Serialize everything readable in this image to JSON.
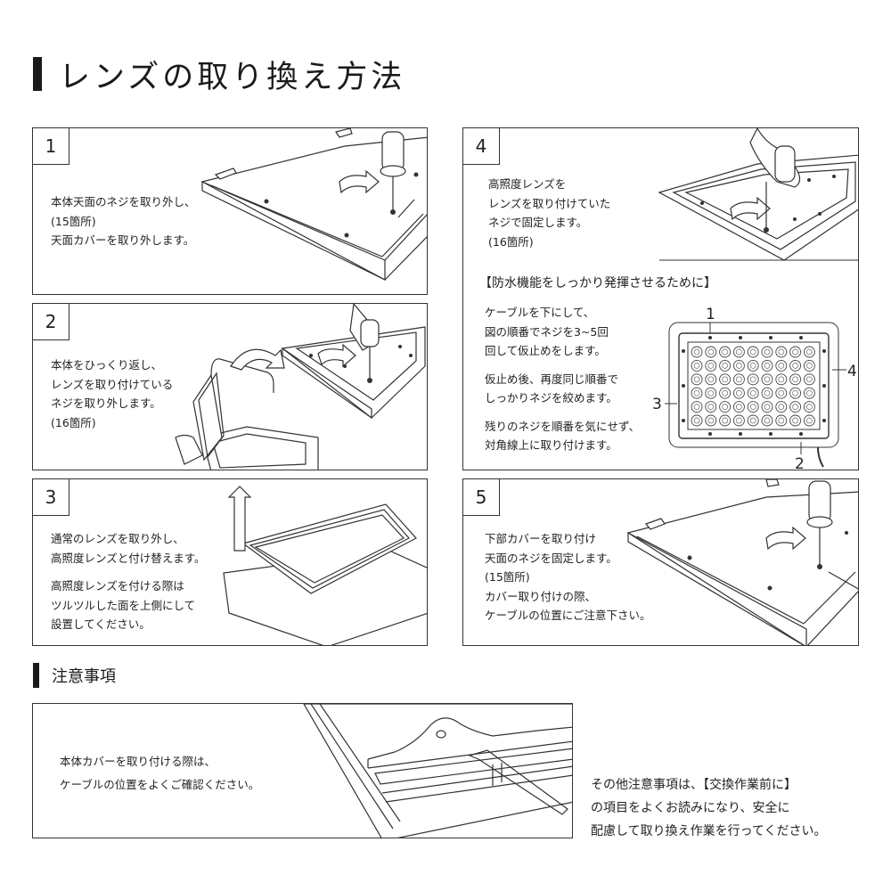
{
  "title": "レンズの取り換え方法",
  "steps": {
    "s1": {
      "number": "1",
      "lines": [
        "本体天面のネジを取り外し、",
        "(15箇所)",
        "天面カバーを取り外します。"
      ]
    },
    "s2": {
      "number": "2",
      "lines": [
        "本体をひっくり返し、",
        "レンズを取り付けている",
        "ネジを取り外します。",
        "(16箇所)"
      ]
    },
    "s3": {
      "number": "3",
      "lines": [
        "通常のレンズを取り外し、",
        "高照度レンズと付け替えます。"
      ],
      "lines2": [
        "高照度レンズを付ける際は",
        "ツルツルした面を上側にして",
        "設置してください。"
      ]
    },
    "s4": {
      "number": "4",
      "lines": [
        "高照度レンズを",
        "レンズを取り付けていた",
        "ネジで固定します。",
        "(16箇所)"
      ],
      "heading": "【防水機能をしっかり発揮させるために】",
      "p1": [
        "ケーブルを下にして、",
        "図の順番でネジを3~5回",
        "回して仮止めをします。"
      ],
      "p2": [
        "仮止め後、再度同じ順番で",
        "しっかりネジを絞めます。"
      ],
      "p3": [
        "残りのネジを順番を気にせず、",
        "対角線上に取り付けます。"
      ],
      "order_labels": [
        "1",
        "2",
        "3",
        "4"
      ]
    },
    "s5": {
      "number": "5",
      "lines": [
        "下部カバーを取り付け",
        "天面のネジを固定します。",
        "(15箇所)",
        "カバー取り付けの際、",
        "ケーブルの位置にご注意下さい。"
      ]
    }
  },
  "notes": {
    "title": "注意事項",
    "box_lines": [
      "本体カバーを取り付ける際は、",
      "ケーブルの位置をよくご確認ください。"
    ],
    "other_lines": [
      "その他注意事項は、【交換作業前に】",
      "の項目をよくお読みになり、安全に",
      "配慮して取り換え作業を行ってください。"
    ]
  }
}
